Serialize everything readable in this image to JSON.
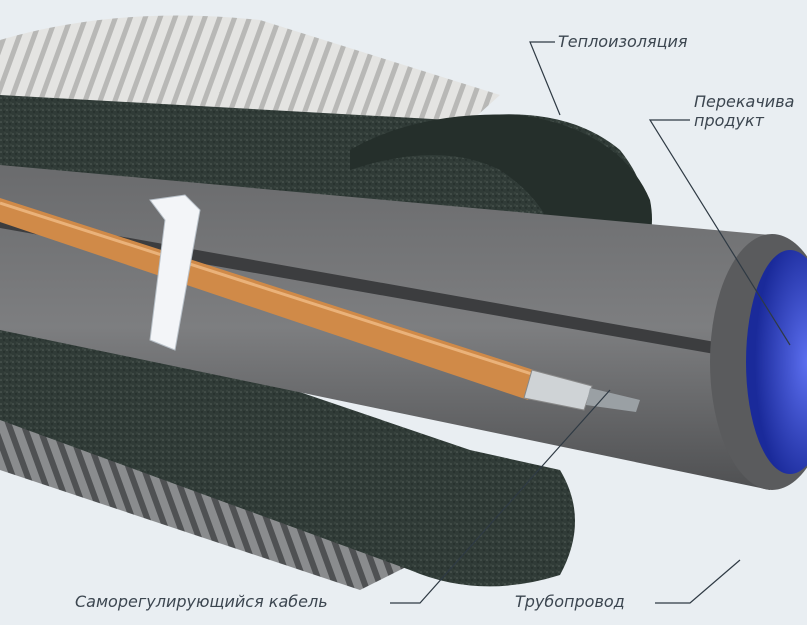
{
  "labels": {
    "insulation": "Теплоизоляция",
    "product_line1": "Перекачива",
    "product_line2": "продукт",
    "cable": "Саморегулирующийся кабель",
    "pipeline": "Трубопровод"
  },
  "colors": {
    "background": "#e9eef2",
    "insulation": "#2f3a36",
    "pipe": "#6d6e70",
    "cable": "#d08a48",
    "product": "#2b3fd0"
  }
}
